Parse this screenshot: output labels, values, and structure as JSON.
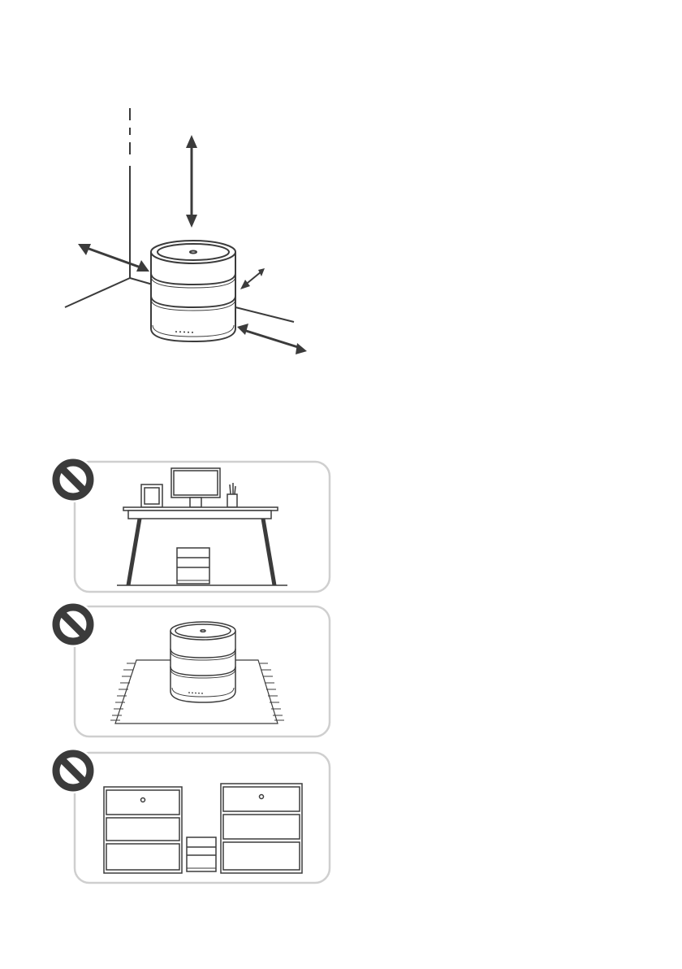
{
  "document": {
    "text": [],
    "figures": [
      {
        "id": "clearance-diagram",
        "icons": [
          "double-arrow-icon",
          "device-icon",
          "wall-corner-icon"
        ]
      },
      {
        "id": "panel-under-desk",
        "icons": [
          "prohibited-icon",
          "desk-icon",
          "monitor-icon",
          "picture-frame-icon",
          "pen-holder-icon",
          "device-icon"
        ]
      },
      {
        "id": "panel-on-carpet",
        "icons": [
          "prohibited-icon",
          "carpet-icon",
          "device-icon"
        ]
      },
      {
        "id": "panel-between-cabinets",
        "icons": [
          "prohibited-icon",
          "cabinet-icon",
          "device-icon"
        ]
      }
    ],
    "colors": {
      "line": "#3b3b3b",
      "panel_border": "#cfcfcf",
      "prohibit": "#3b3b3b"
    }
  }
}
